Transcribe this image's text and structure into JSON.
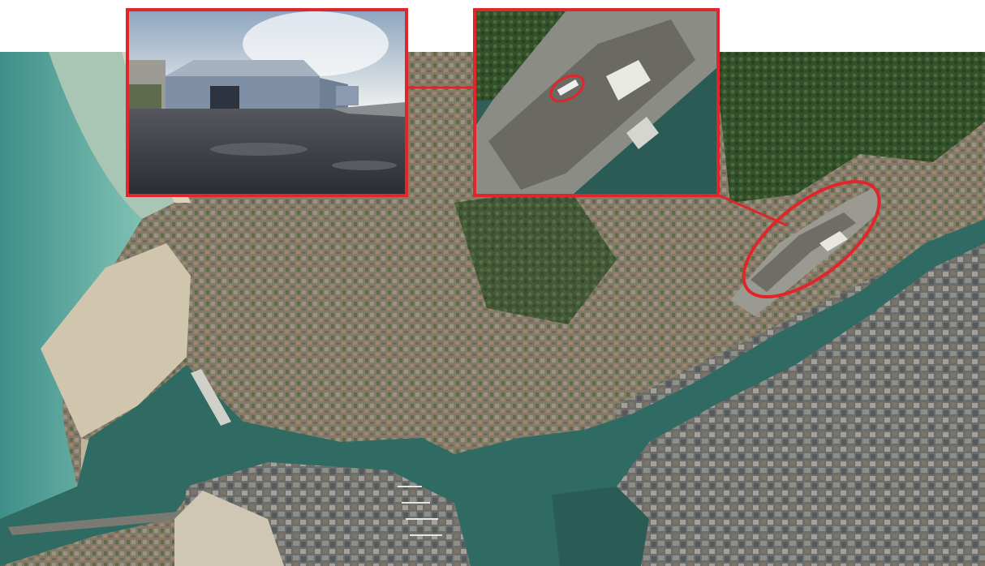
{
  "figure": {
    "type": "annotated-satellite-map",
    "callouts": [
      {
        "name": "ground-photo-inset",
        "depicts": "warehouse-building-photo",
        "links_to": "zoom-inset-highlight"
      },
      {
        "name": "zoom-inset",
        "depicts": "harbour-quay-aerial-zoom",
        "links_to": "map-quay-highlight"
      }
    ]
  },
  "colors": {
    "highlight": "#e0262b",
    "sea": "#3f8f8a",
    "shallow_sea": "#7fc1b3",
    "harbour_water": "#2f5f58",
    "beach": "#dcd8c2",
    "urban": "#8a8070",
    "vegetation": "#3c5a32",
    "sky": "#c9d6e2",
    "tarmac": "#3a3c44"
  }
}
